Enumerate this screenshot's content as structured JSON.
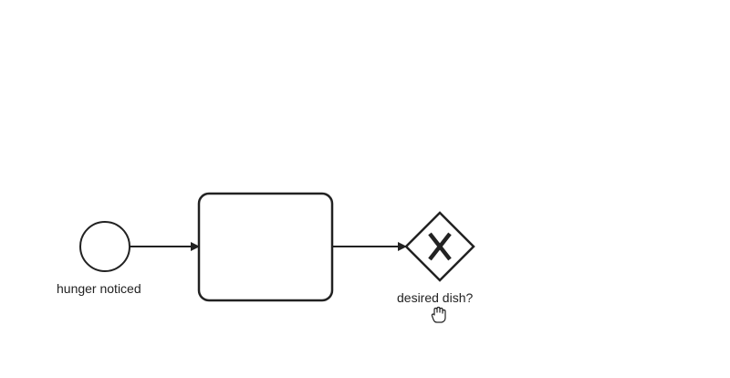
{
  "diagram": {
    "start_event": {
      "label": "hunger noticed"
    },
    "task": {
      "label": ""
    },
    "gateway": {
      "label": "desired dish?",
      "marker": "X",
      "type": "exclusive-gateway"
    }
  },
  "cursor": {
    "icon": "hand-pointer-icon"
  },
  "colors": {
    "stroke": "#222222",
    "background": "#ffffff",
    "fill": "#ffffff"
  }
}
